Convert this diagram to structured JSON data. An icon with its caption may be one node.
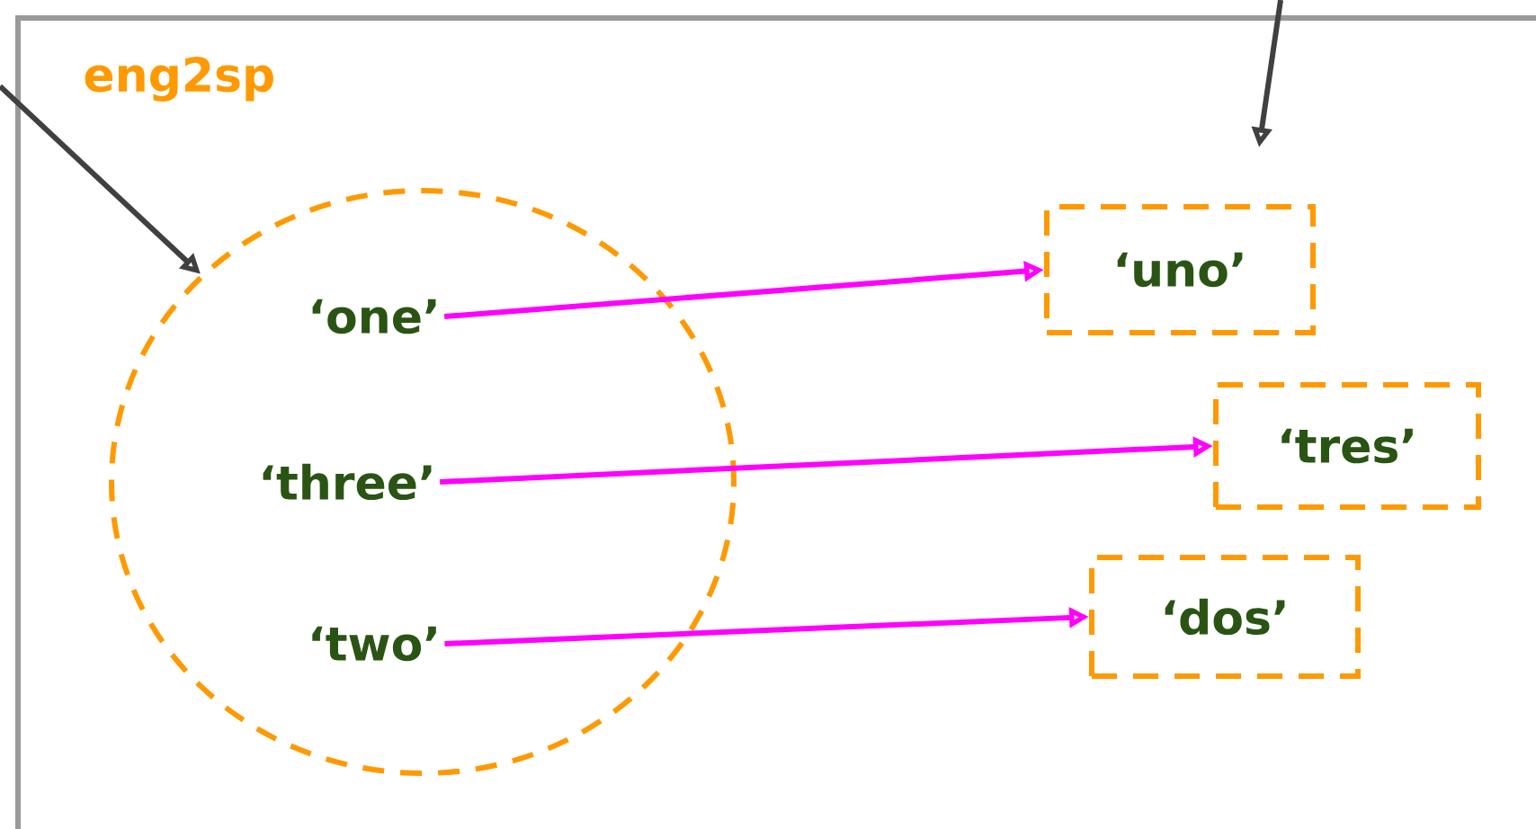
{
  "diagram": {
    "nodes": [
      {
        "text": [
          "eng2sp"
        ]
      },
      {
        "text": [],
        "shape": "circle",
        "in": 0
      },
      {
        "text": [
          "‘one’"
        ],
        "in": 1
      },
      {
        "text": [
          "‘three’"
        ],
        "in": 1
      },
      {
        "text": [
          "‘two’"
        ],
        "in": 1
      },
      {
        "text": [
          "‘uno’"
        ],
        "in": 0
      },
      {
        "text": [
          "‘tres’"
        ],
        "in": 0
      },
      {
        "text": [
          "‘dos’"
        ],
        "in": 0
      }
    ],
    "edges": [
      {
        "from": null,
        "to": 1,
        "arrow": "to",
        "color": "#404040"
      },
      {
        "from": 2,
        "to": 5,
        "arrow": "to"
      },
      {
        "from": 3,
        "to": 6,
        "arrow": "to"
      },
      {
        "from": 4,
        "to": 7,
        "arrow": "to"
      }
    ]
  }
}
